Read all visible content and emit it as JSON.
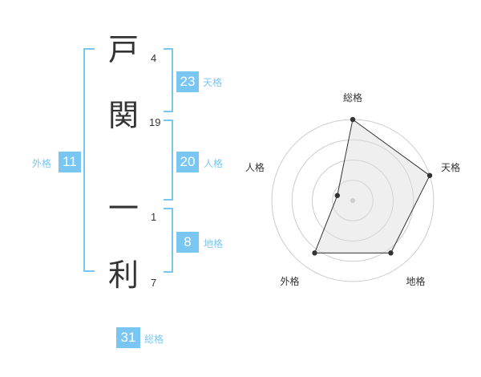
{
  "name": {
    "chars": [
      "戸",
      "関",
      "一",
      "利"
    ],
    "strokes": [
      "4",
      "19",
      "1",
      "7"
    ]
  },
  "scores": {
    "tenkaku": {
      "label": "天格",
      "value": "23"
    },
    "jinkaku": {
      "label": "人格",
      "value": "20"
    },
    "chikaku": {
      "label": "地格",
      "value": "8"
    },
    "gaikaku": {
      "label": "外格",
      "value": "11"
    },
    "soukaku": {
      "label": "総格",
      "value": "31"
    }
  },
  "colors": {
    "accent": "#7ac6f2",
    "text": "#333333"
  },
  "chart_data": {
    "type": "radar",
    "axes": [
      "総格",
      "天格",
      "地格",
      "外格",
      "人格"
    ],
    "values": [
      5,
      5,
      4,
      4,
      1
    ],
    "max": 5,
    "rings": 4
  }
}
